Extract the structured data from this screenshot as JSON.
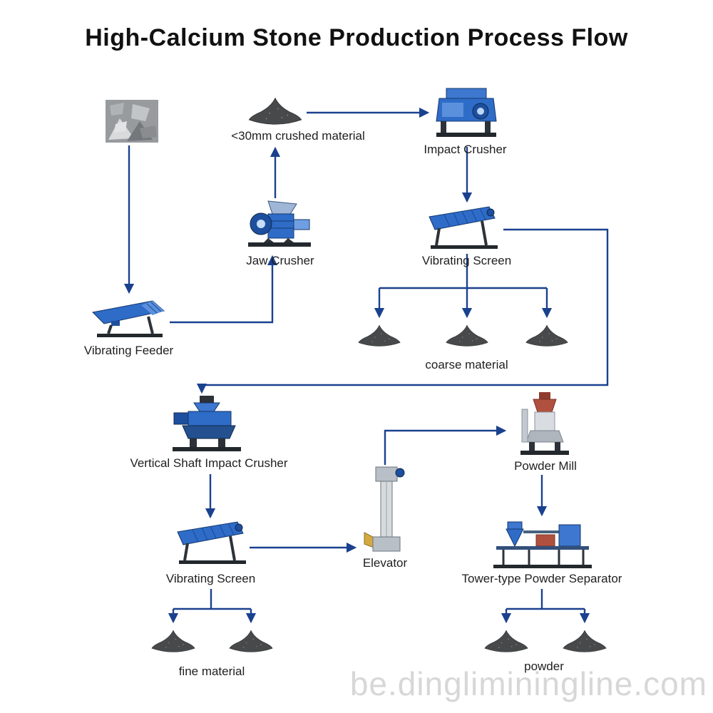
{
  "title": "High-Calcium Stone Production Process Flow",
  "watermark": "be.dingliminingline.com",
  "colors": {
    "arrow": "#1a418e",
    "cone": "#47494b",
    "machine_blue": "#2e6cc8",
    "label_text": "#1f1f1f",
    "watermark_gray": "#d7d7d7"
  },
  "nodes": {
    "raw_material": {
      "label": ""
    },
    "crushed_material": {
      "label": "<30mm crushed material"
    },
    "impact_crusher": {
      "label": "Impact Crusher"
    },
    "jaw_crusher": {
      "label": "Jaw Crusher"
    },
    "vibrating_screen_top": {
      "label": "Vibrating Screen"
    },
    "vibrating_feeder": {
      "label": "Vibrating Feeder"
    },
    "coarse_material": {
      "label": "coarse material"
    },
    "vsi_crusher": {
      "label": "Vertical Shaft Impact Crusher"
    },
    "powder_mill": {
      "label": "Powder Mill"
    },
    "elevator": {
      "label": "Elevator"
    },
    "vibrating_screen_bottom": {
      "label": "Vibrating Screen"
    },
    "tower_separator": {
      "label": "Tower-type Powder Separator"
    },
    "fine_material": {
      "label": "fine material"
    },
    "powder": {
      "label": "powder"
    }
  },
  "edges": [
    {
      "from": "raw_material",
      "to": "vibrating_feeder"
    },
    {
      "from": "vibrating_feeder",
      "to": "jaw_crusher"
    },
    {
      "from": "jaw_crusher",
      "to": "crushed_material"
    },
    {
      "from": "crushed_material",
      "to": "impact_crusher"
    },
    {
      "from": "impact_crusher",
      "to": "vibrating_screen_top"
    },
    {
      "from": "vibrating_screen_top",
      "to": "coarse_material"
    },
    {
      "from": "vibrating_screen_top",
      "to": "vsi_crusher"
    },
    {
      "from": "vsi_crusher",
      "to": "vibrating_screen_bottom"
    },
    {
      "from": "vibrating_screen_bottom",
      "to": "elevator"
    },
    {
      "from": "elevator",
      "to": "powder_mill"
    },
    {
      "from": "powder_mill",
      "to": "tower_separator"
    },
    {
      "from": "vibrating_screen_bottom",
      "to": "fine_material"
    },
    {
      "from": "tower_separator",
      "to": "powder"
    }
  ]
}
